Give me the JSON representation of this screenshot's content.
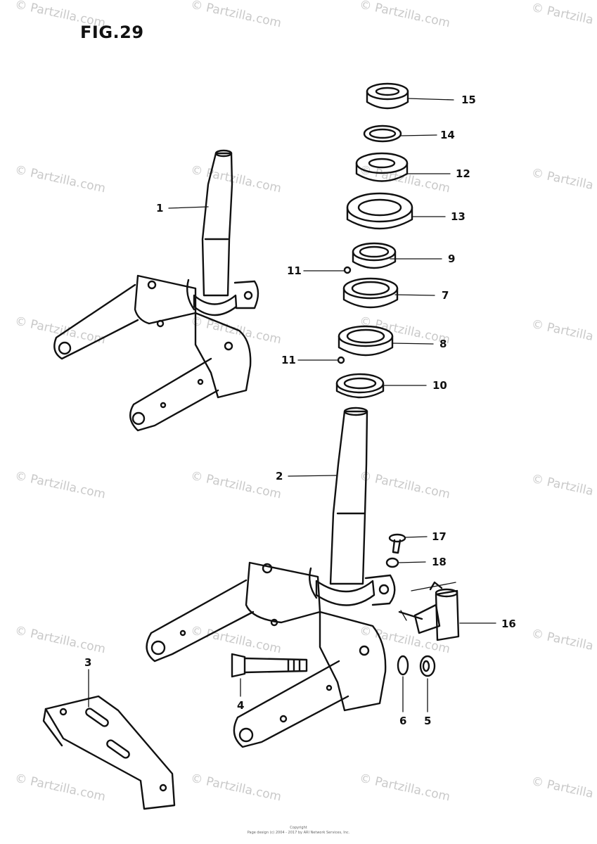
{
  "figure_title": "FIG.29",
  "watermark": "© Partzilla.com",
  "callouts": [
    {
      "id": "1",
      "label": "1"
    },
    {
      "id": "2",
      "label": "2"
    },
    {
      "id": "3",
      "label": "3"
    },
    {
      "id": "4",
      "label": "4"
    },
    {
      "id": "5",
      "label": "5"
    },
    {
      "id": "6",
      "label": "6"
    },
    {
      "id": "7",
      "label": "7"
    },
    {
      "id": "8",
      "label": "8"
    },
    {
      "id": "9",
      "label": "9"
    },
    {
      "id": "10",
      "label": "10"
    },
    {
      "id": "11a",
      "label": "11"
    },
    {
      "id": "11b",
      "label": "11"
    },
    {
      "id": "12",
      "label": "12"
    },
    {
      "id": "13",
      "label": "13"
    },
    {
      "id": "14",
      "label": "14"
    },
    {
      "id": "15",
      "label": "15"
    },
    {
      "id": "16",
      "label": "16"
    },
    {
      "id": "17",
      "label": "17"
    },
    {
      "id": "18",
      "label": "18"
    }
  ],
  "footer": {
    "line1": "Copyright",
    "line2": "Page design (c) 2004 - 2017 by ARI Network Services, Inc."
  }
}
